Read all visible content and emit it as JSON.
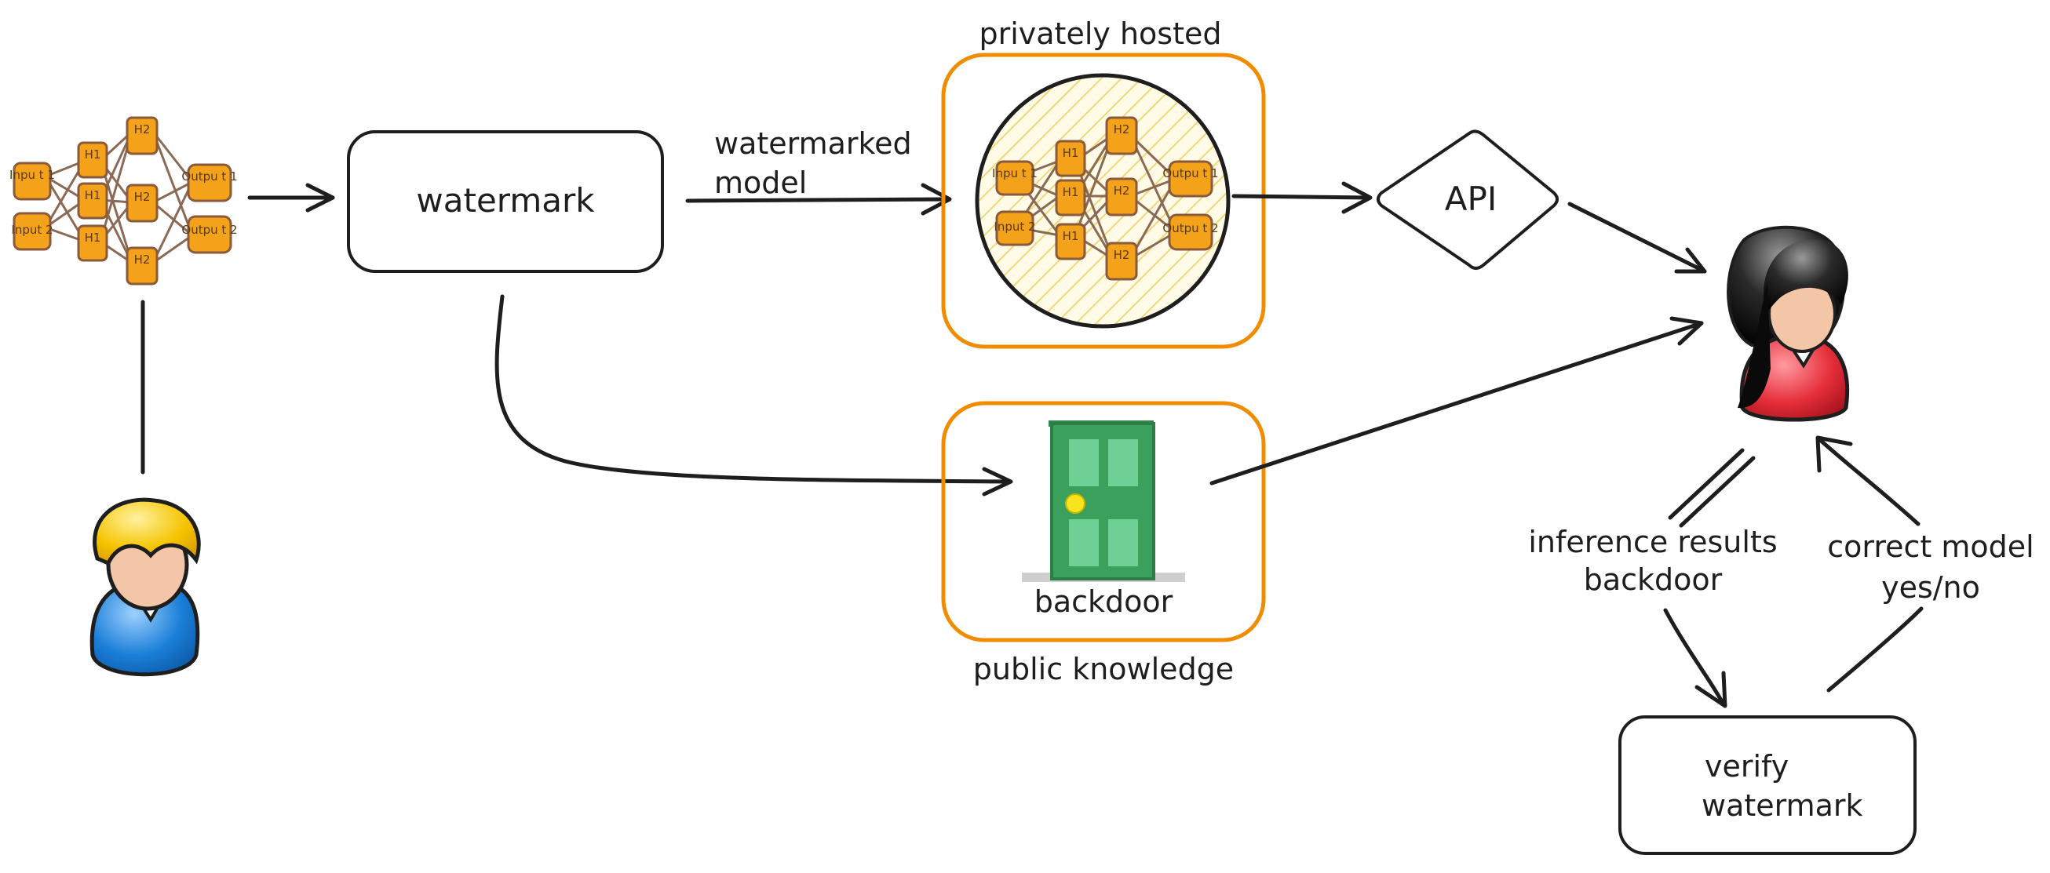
{
  "labels": {
    "watermark_box": "watermark",
    "watermarked_model_line1": "watermarked",
    "watermarked_model_line2": "model",
    "privately_hosted": "privately hosted",
    "api": "API",
    "backdoor": "backdoor",
    "public_knowledge": "public knowledge",
    "inference_line1": "inference results",
    "inference_line2": "backdoor",
    "correct_line1": "correct model",
    "correct_line2": "yes/no",
    "verify_line1": "verify",
    "verify_line2": "watermark"
  },
  "network_nodes": {
    "input1": "Inpu t 1",
    "input2": "Input 2",
    "h1a": "H1",
    "h1b": "H1",
    "h1c": "H1",
    "h2a": "H2",
    "h2b": "H2",
    "h2c": "H2",
    "output1": "Outpu t 1",
    "output2": "Outpu t 2"
  },
  "colors": {
    "stroke": "#1e1e1e",
    "accent_orange": "#f08c00",
    "node_fill": "#f5a21b",
    "door_green": "#40a060",
    "person_blue": "#1a7fd8",
    "person_red": "#e62e3a",
    "hair_yellow": "#f5c400"
  }
}
